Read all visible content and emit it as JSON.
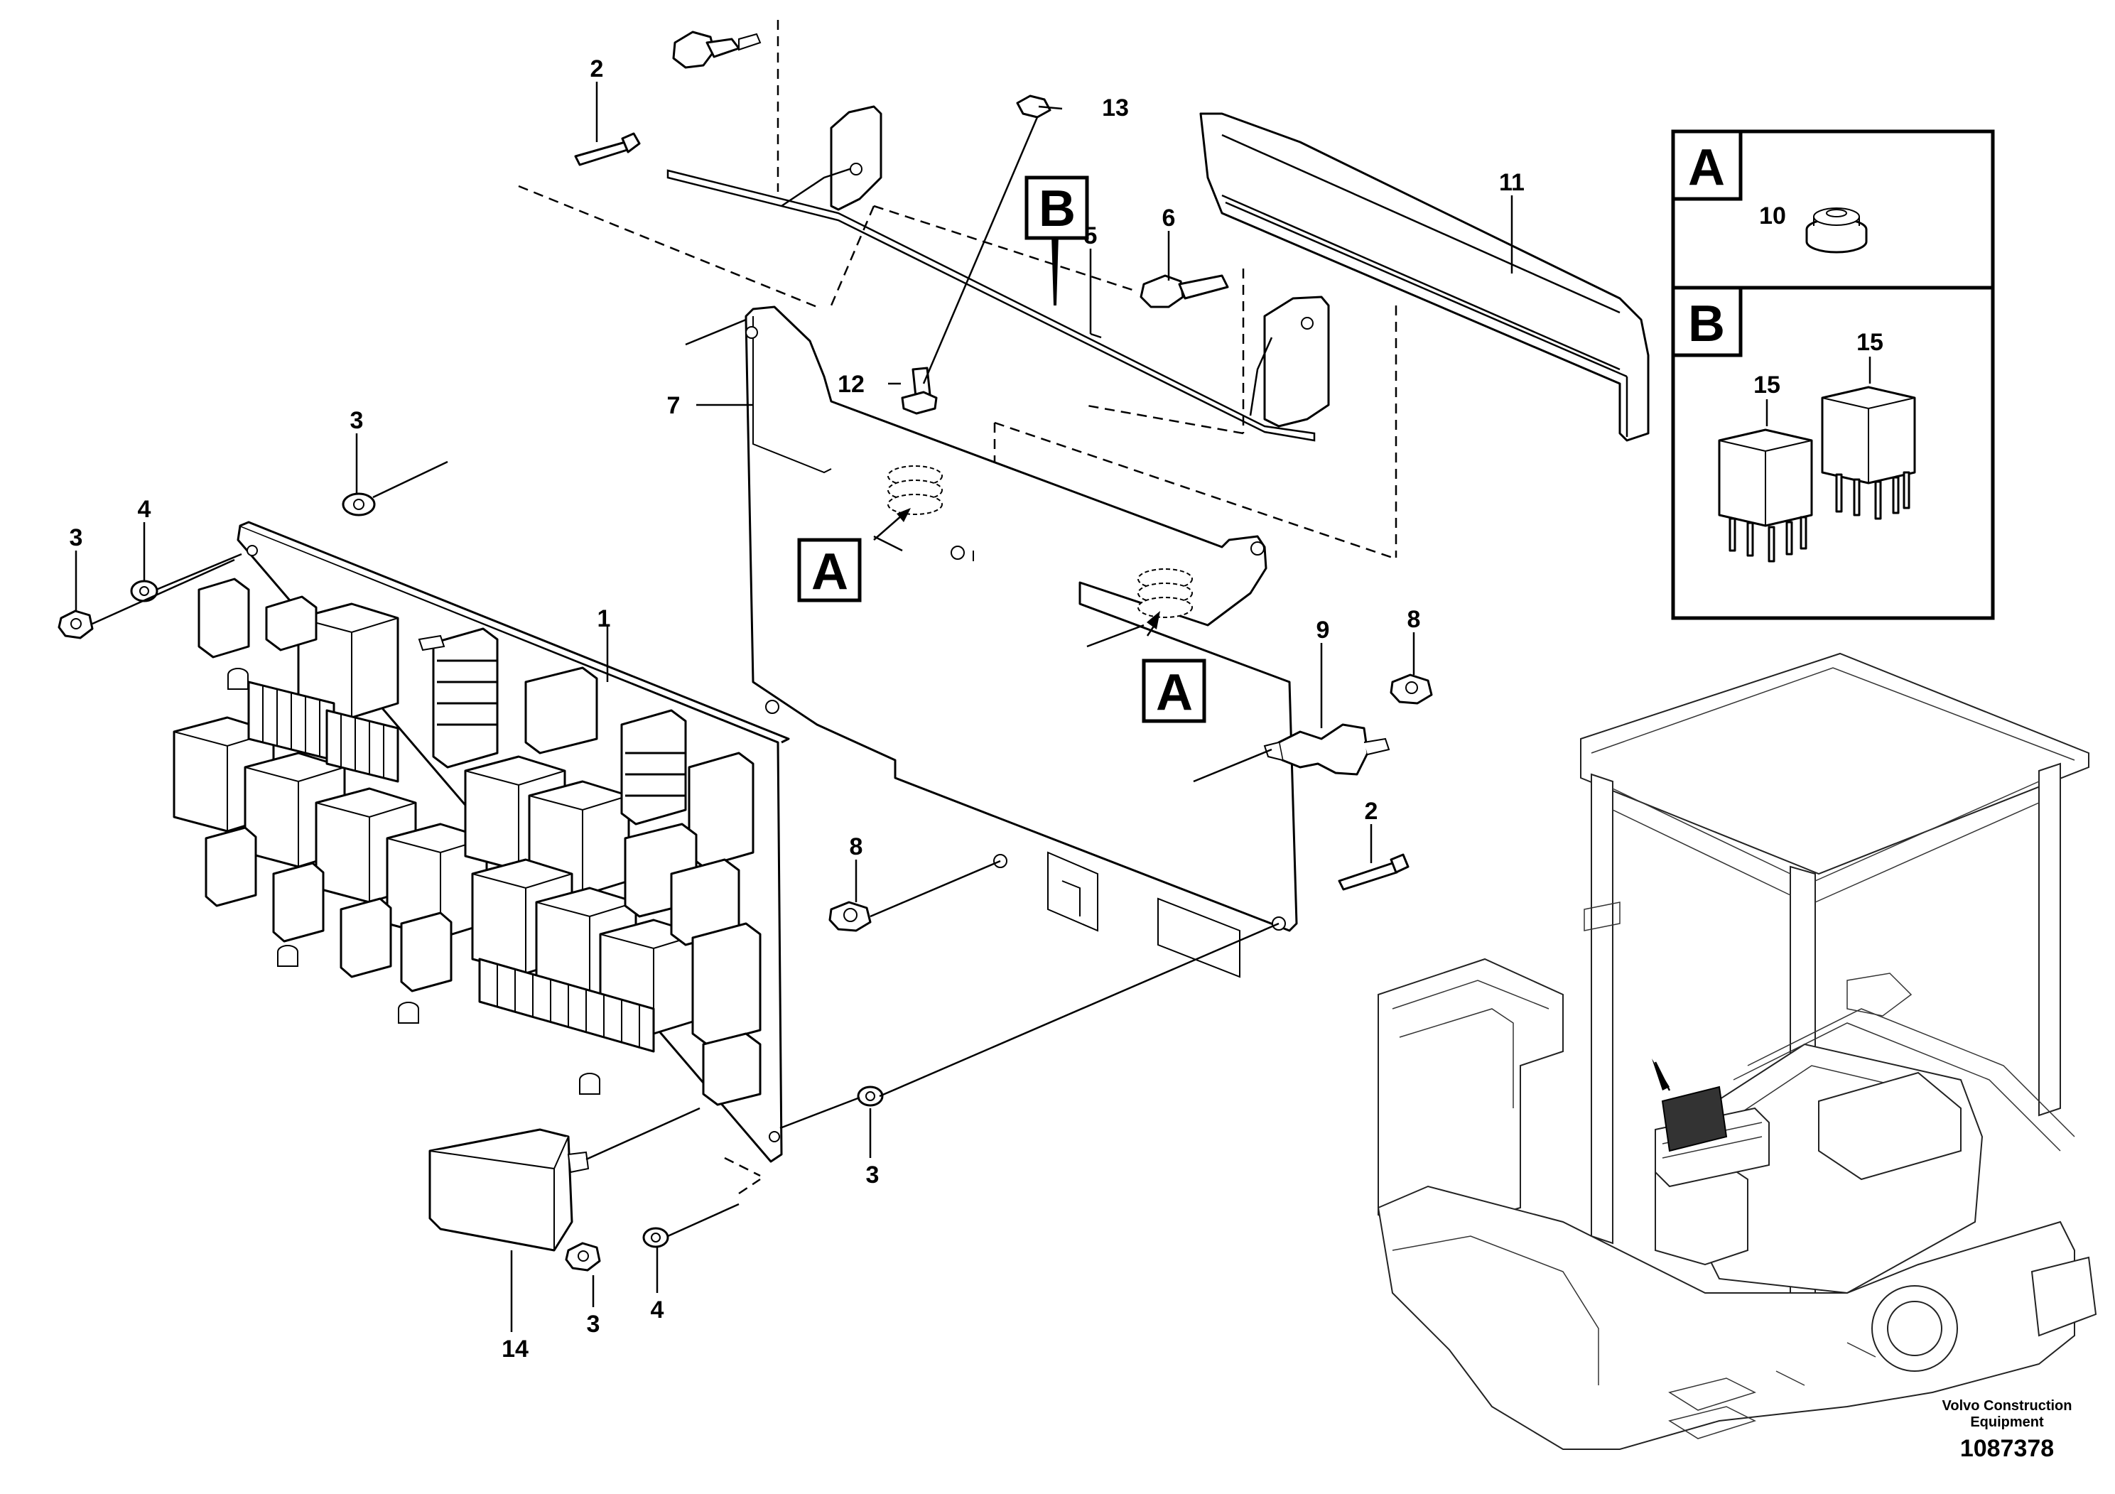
{
  "callouts": {
    "n1": "1",
    "n2a": "2",
    "n2b": "2",
    "n3a": "3",
    "n3b": "3",
    "n3c": "3",
    "n3d": "3",
    "n4a": "4",
    "n4b": "4",
    "n5": "5",
    "n6": "6",
    "n7": "7",
    "n8a": "8",
    "n8b": "8",
    "n9": "9",
    "n10": "10",
    "n11": "11",
    "n12": "12",
    "n13": "13",
    "n14": "14",
    "n15a": "15",
    "n15b": "15"
  },
  "detail_labels": {
    "A": "A",
    "B": "B"
  },
  "credit": {
    "line1": "Volvo Construction",
    "line2": "Equipment",
    "doc_number": "1087378"
  }
}
